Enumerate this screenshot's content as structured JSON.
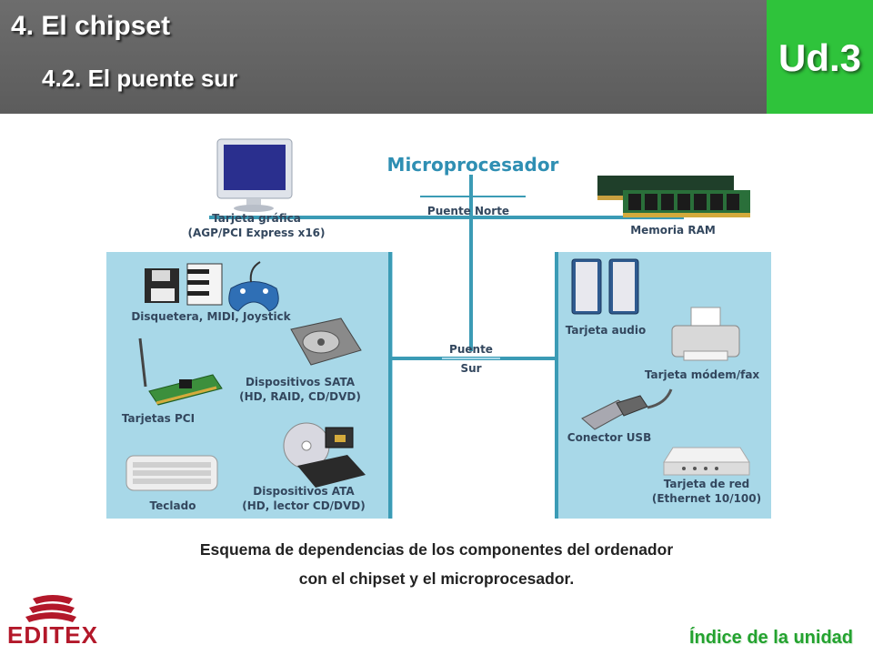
{
  "header": {
    "title": "4. El chipset",
    "subtitle": "4.2. El puente sur",
    "unit": "Ud.3"
  },
  "diagram": {
    "microprocessor": "Microprocesador",
    "north_bridge": "Puente Norte",
    "south_bridge_line1": "Puente",
    "south_bridge_line2": "Sur",
    "graphics_line1": "Tarjeta gráfica",
    "graphics_line2": "(AGP/PCI Express x16)",
    "ram": "Memoria RAM",
    "floppy": "Disquetera, MIDI, Joystick",
    "pci": "Tarjetas PCI",
    "sata_line1": "Dispositivos SATA",
    "sata_line2": "(HD, RAID, CD/DVD)",
    "keyboard": "Teclado",
    "ata_line1": "Dispositivos ATA",
    "ata_line2": "(HD, lector CD/DVD)",
    "audio": "Tarjeta audio",
    "modem": "Tarjeta módem/fax",
    "usb": "Conector USB",
    "network_line1": "Tarjeta de red",
    "network_line2": "(Ethernet 10/100)"
  },
  "caption": {
    "line1": "Esquema de dependencias de los componentes del ordenador",
    "line2": "con el chipset y el microprocesador."
  },
  "footer": {
    "logo": "EDITEX",
    "index_link": "Índice de la unidad"
  },
  "colors": {
    "header_bg": "#5f5f5f",
    "unit_bg": "#2fc33b",
    "panel_bg": "#a8d8e8",
    "connector": "#3b9bb5",
    "link": "#23a22f",
    "logo": "#b3182a"
  }
}
